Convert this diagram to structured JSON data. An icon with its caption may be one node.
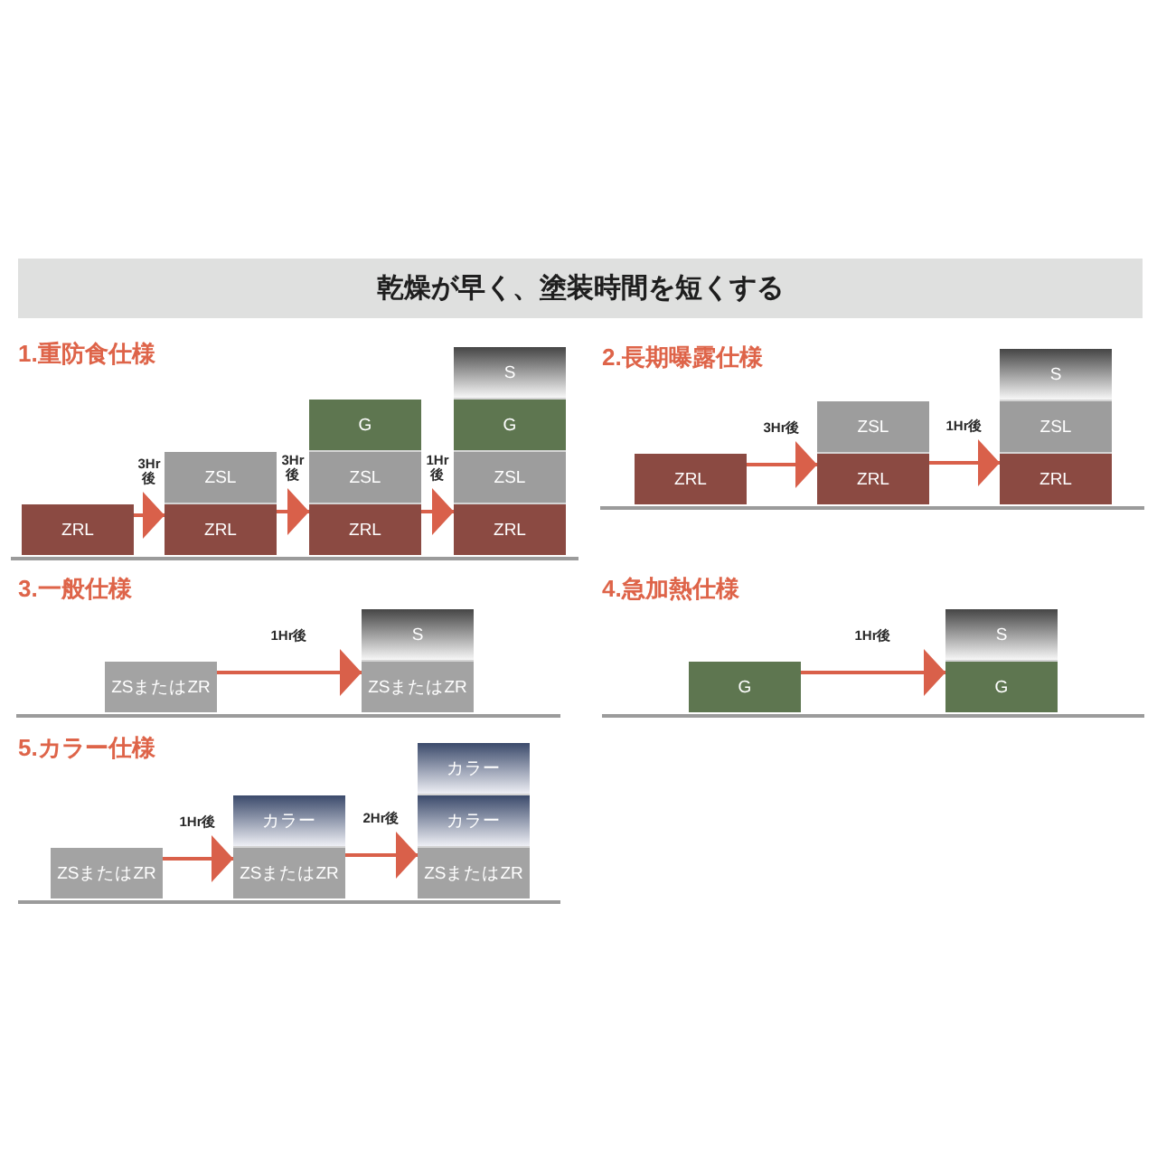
{
  "diagram": {
    "title": "乾燥が早く、塗装時間を短くする",
    "nodes": [
      {
        "text": [],
        "shape": "box"
      },
      {
        "text": [
          "ZRL"
        ],
        "in": 0
      },
      {
        "text": [],
        "shape": "box"
      },
      {
        "text": [
          "ZSL"
        ],
        "in": 2
      },
      {
        "text": [
          "ZRL"
        ],
        "in": 2
      },
      {
        "text": [],
        "shape": "box"
      },
      {
        "text": [
          "G"
        ],
        "in": 5
      },
      {
        "text": [
          "ZSL"
        ],
        "in": 5
      },
      {
        "text": [
          "ZRL"
        ],
        "in": 5
      },
      {
        "text": [],
        "shape": "box"
      },
      {
        "text": [
          "S"
        ],
        "in": 9
      },
      {
        "text": [
          "G"
        ],
        "in": 9
      },
      {
        "text": [
          "ZSL"
        ],
        "in": 9
      },
      {
        "text": [
          "ZRL"
        ],
        "in": 9
      },
      {
        "text": [],
        "shape": "box"
      },
      {
        "text": [
          "ZRL"
        ],
        "in": 14
      },
      {
        "text": [],
        "shape": "box"
      },
      {
        "text": [
          "ZSL"
        ],
        "in": 16
      },
      {
        "text": [
          "ZRL"
        ],
        "in": 16
      },
      {
        "text": [],
        "shape": "box"
      },
      {
        "text": [
          "S"
        ],
        "in": 19
      },
      {
        "text": [
          "ZSL"
        ],
        "in": 19
      },
      {
        "text": [
          "ZRL"
        ],
        "in": 19
      },
      {
        "text": [],
        "shape": "box"
      },
      {
        "text": [
          "ZSまたはZR"
        ],
        "in": 23
      },
      {
        "text": [],
        "shape": "box"
      },
      {
        "text": [
          "S"
        ],
        "in": 25
      },
      {
        "text": [
          "ZSまたはZR"
        ],
        "in": 25
      },
      {
        "text": [],
        "shape": "box"
      },
      {
        "text": [
          "G"
        ],
        "in": 28
      },
      {
        "text": [],
        "shape": "box"
      },
      {
        "text": [
          "S"
        ],
        "in": 30
      },
      {
        "text": [
          "G"
        ],
        "in": 30
      },
      {
        "text": [],
        "shape": "box"
      },
      {
        "text": [
          "ZSまたはZR"
        ],
        "in": 33
      },
      {
        "text": [],
        "shape": "box"
      },
      {
        "text": [
          "カラー"
        ],
        "in": 35
      },
      {
        "text": [
          "ZSまたはZR"
        ],
        "in": 35
      },
      {
        "text": [],
        "shape": "box"
      },
      {
        "text": [
          "カラー"
        ],
        "in": 38
      },
      {
        "text": [
          "カラー"
        ],
        "in": 38
      },
      {
        "text": [
          "ZSまたはZR"
        ],
        "in": 38
      }
    ],
    "edges": [
      {
        "from": 0,
        "to": 2,
        "arrow": "to",
        "label": "3Hr後"
      },
      {
        "from": 2,
        "to": 5,
        "arrow": "to",
        "label": "3Hr後"
      },
      {
        "from": 5,
        "to": 9,
        "arrow": "to",
        "label": "1Hr後"
      },
      {
        "from": 14,
        "to": 16,
        "arrow": "to",
        "label": "3Hr後"
      },
      {
        "from": 16,
        "to": 19,
        "arrow": "to",
        "label": "1Hr後"
      },
      {
        "from": 23,
        "to": 25,
        "arrow": "to",
        "label": "1Hr後"
      },
      {
        "from": 28,
        "to": 30,
        "arrow": "to",
        "label": "1Hr後"
      },
      {
        "from": 33,
        "to": 35,
        "arrow": "to",
        "label": "1Hr後"
      },
      {
        "from": 35,
        "to": 38,
        "arrow": "to",
        "label": "2Hr後"
      }
    ],
    "labels": [
      "1.重防食仕様",
      "2.長期曝露仕様",
      "3.一般仕様",
      "4.急加熱仕様",
      "5.カラー仕様"
    ]
  }
}
